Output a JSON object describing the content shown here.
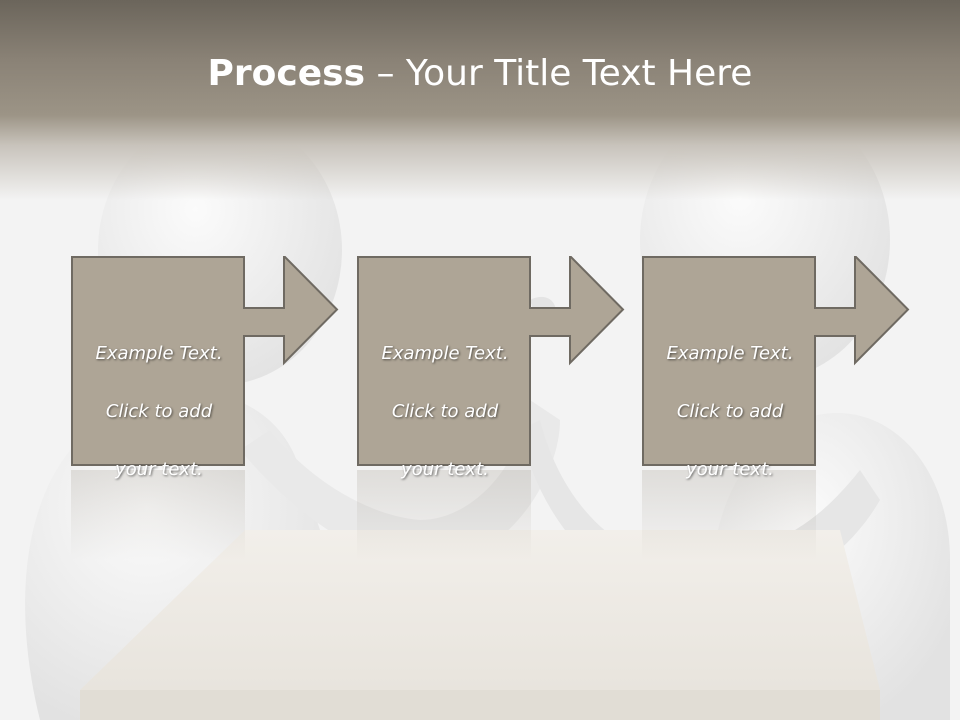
{
  "slide": {
    "title_bold": "Process",
    "title_rest": " – Your Title Text Here"
  },
  "steps": [
    {
      "line1": "Example Text.",
      "line2": "Click  to add",
      "line3": "your text."
    },
    {
      "line1": "Example Text.",
      "line2": "Click  to add",
      "line3": "your text."
    },
    {
      "line1": "Example Text.",
      "line2": "Click  to add",
      "line3": "your text."
    }
  ],
  "colors": {
    "box_fill": "#aea596",
    "box_stroke": "#6f6a62",
    "title_band": "#8a8276",
    "title_text": "#ffffff"
  },
  "icons": [
    "arrow-right-icon"
  ]
}
